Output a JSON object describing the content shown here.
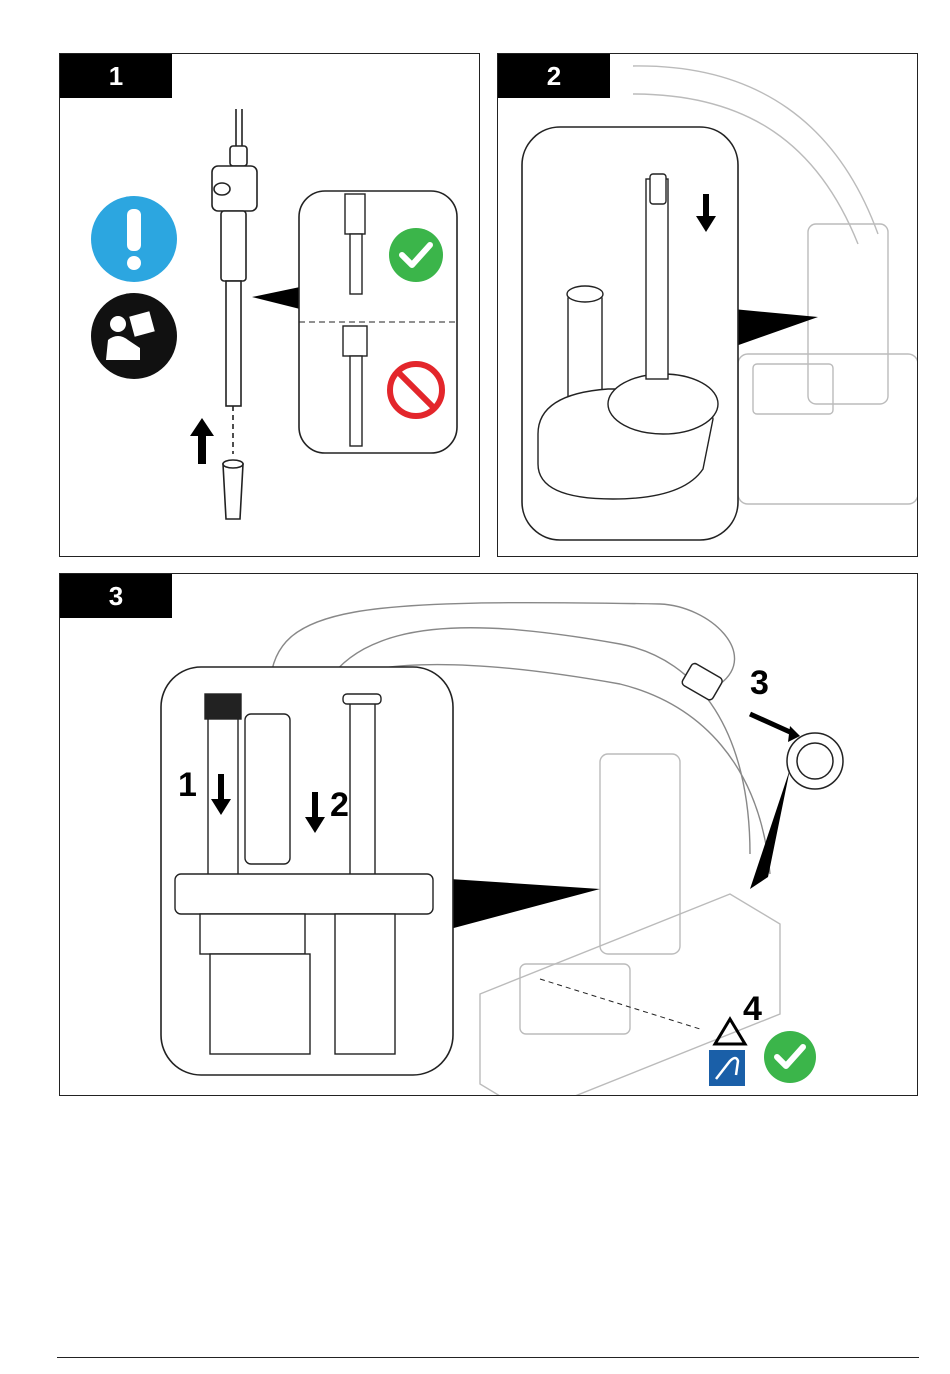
{
  "panels": [
    {
      "number": "1"
    },
    {
      "number": "2"
    },
    {
      "number": "3"
    }
  ],
  "panel3_steps": [
    "1",
    "2",
    "3",
    "4"
  ],
  "icons": {
    "warning": "exclamation-icon",
    "manual": "read-manual-icon",
    "correct": "check-icon",
    "incorrect": "prohibited-icon",
    "electrode": "electrode-icon"
  },
  "colors": {
    "warning_blue": "#2ca6e0",
    "check_green": "#3bb54a",
    "prohibit_red": "#e3262b",
    "electrode_blue": "#1a5fa8"
  }
}
